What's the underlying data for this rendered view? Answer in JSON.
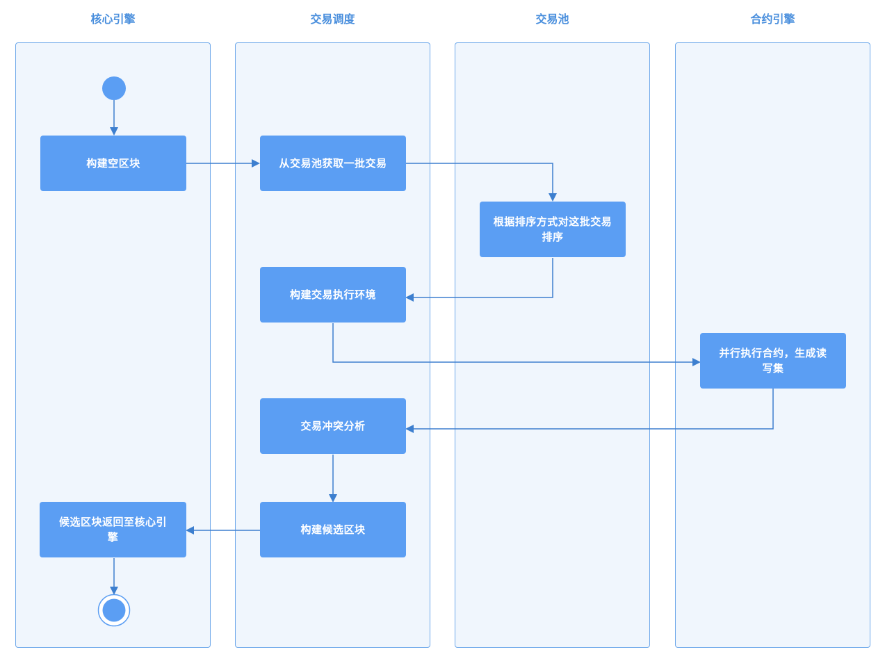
{
  "lanes": [
    {
      "title": "核心引擎"
    },
    {
      "title": "交易调度"
    },
    {
      "title": "交易池"
    },
    {
      "title": "合约引擎"
    }
  ],
  "nodes": {
    "build_empty_block": "构建空区块",
    "fetch_batch": "从交易池获取一批交易",
    "sort_batch": "根据排序方式对这批交易排序",
    "build_exec_env": "构建交易执行环境",
    "parallel_exec": "并行执行合约，生成读写集",
    "conflict_analysis": "交易冲突分析",
    "build_candidate_block": "构建候选区块",
    "return_candidate": "候选区块返回至核心引擎"
  },
  "colors": {
    "lane_fill": "#f0f6fd",
    "lane_border": "#6ea8ea",
    "node_fill": "#5b9ef3",
    "edge": "#3d7fcf",
    "title": "#4a8fdd"
  }
}
